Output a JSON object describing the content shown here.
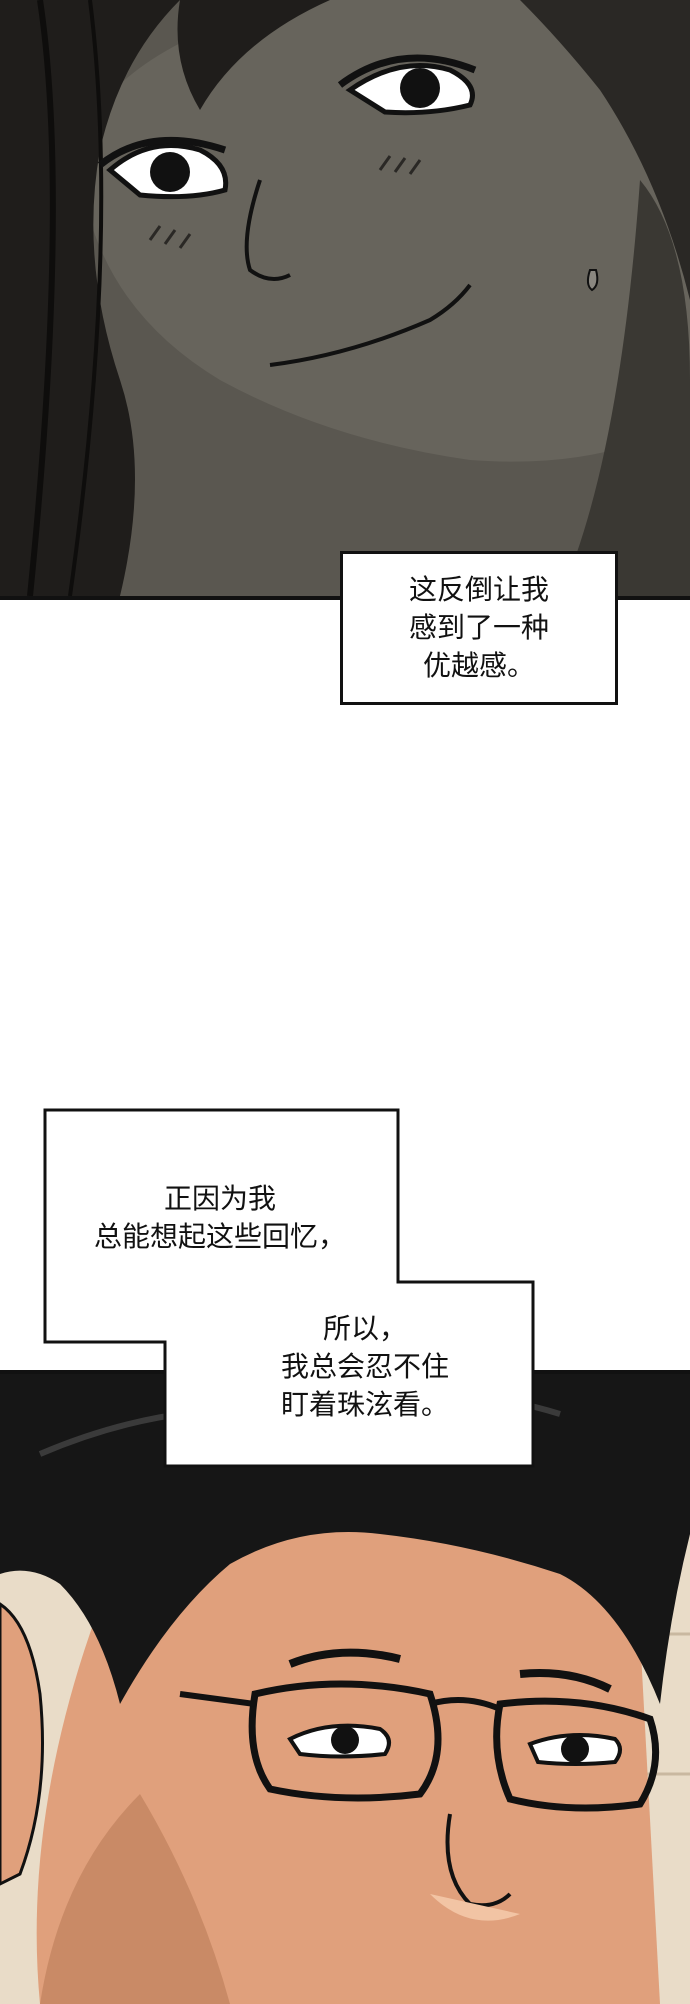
{
  "caption_1": {
    "lines": [
      "这反倒让我",
      "感到了一种",
      "优越感。"
    ]
  },
  "caption_2": {
    "part_a": [
      "正因为我",
      "总能想起这些回忆，"
    ],
    "part_b": [
      "所以，",
      "我总会忍不住",
      "盯着珠泫看。"
    ]
  },
  "colors": {
    "top_panel_tone": "#4a4843",
    "bottom_panel_skin": "#e0a07c",
    "bottom_panel_bg": "#e9dcc8",
    "ink": "#111111"
  }
}
